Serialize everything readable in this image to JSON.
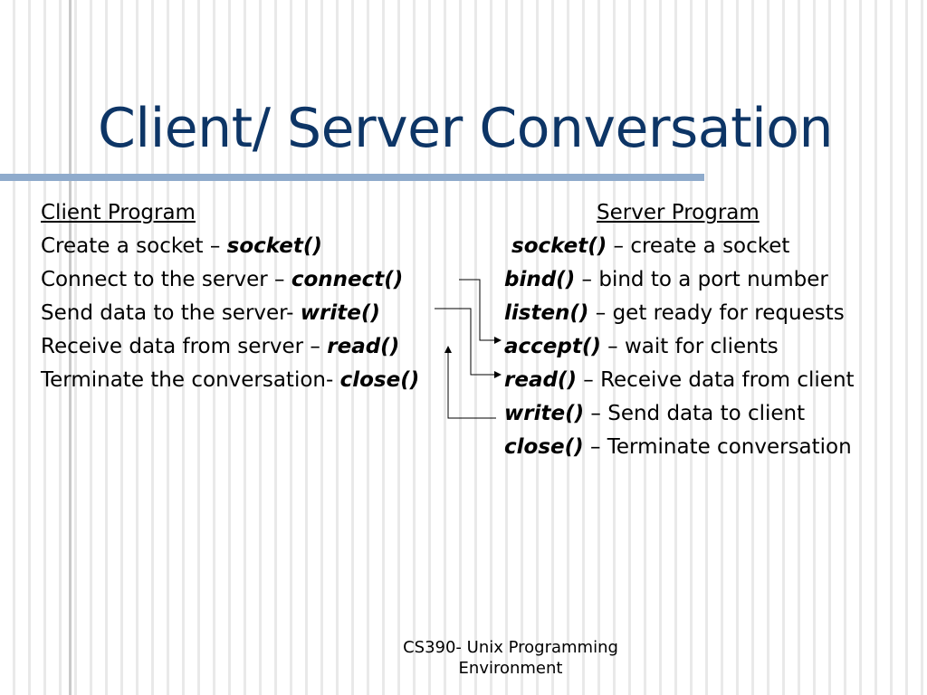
{
  "title": "Client/ Server Conversation",
  "client": {
    "header": "Client Program",
    "steps": [
      {
        "text": "Create a socket – ",
        "call": "socket()"
      },
      {
        "text": "Connect to the server – ",
        "call": "connect()"
      },
      {
        "text": "Send data to the server- ",
        "call": "write()"
      },
      {
        "text": "Receive data from server – ",
        "call": "read()"
      },
      {
        "text": "Terminate the conversation- ",
        "call": "close()"
      }
    ]
  },
  "server": {
    "header": "Server Program",
    "steps": [
      {
        "call": "socket()",
        "text": " – create a socket"
      },
      {
        "call": "bind()",
        "text": " – bind to a port number"
      },
      {
        "call": "listen()",
        "text": " – get ready for requests"
      },
      {
        "call": "accept()",
        "text": " – wait for clients"
      },
      {
        "call": "read()",
        "text": " – Receive data from client"
      },
      {
        "call": "write()",
        "text": " – Send data to client"
      },
      {
        "call": "close()",
        "text": " – Terminate conversation"
      }
    ]
  },
  "footer": {
    "line1": "CS390- Unix Programming",
    "line2": "Environment"
  }
}
